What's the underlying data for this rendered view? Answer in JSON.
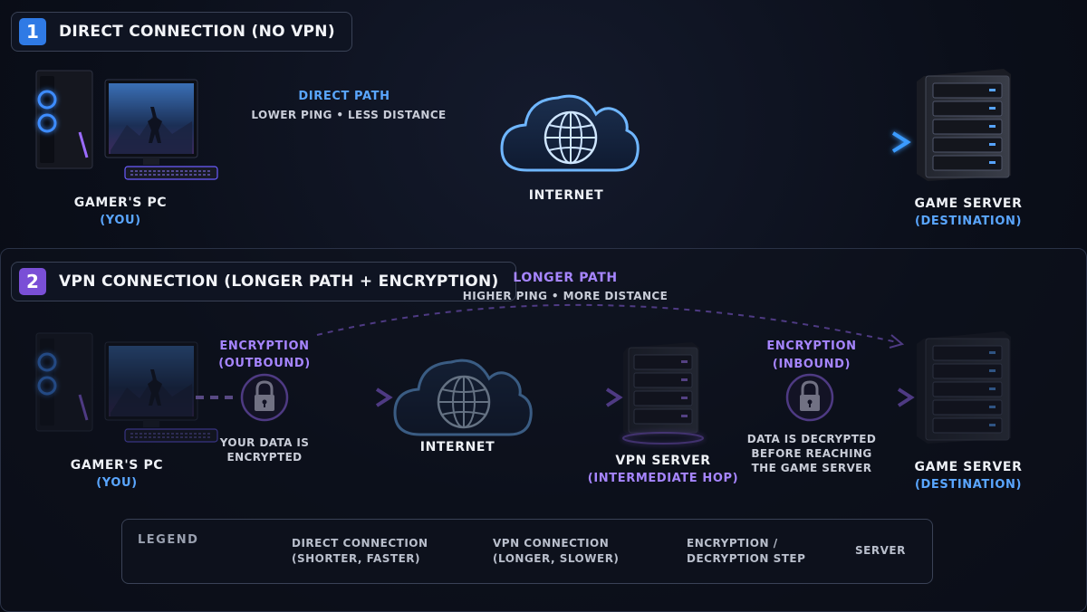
{
  "section1": {
    "number": "1",
    "title": "DIRECT CONNECTION (NO VPN)",
    "path_title": "DIRECT PATH",
    "path_subtitle": "LOWER PING • LESS DISTANCE",
    "internet_label": "INTERNET",
    "pc_label": "GAMER'S PC",
    "pc_sub": "(YOU)",
    "server_label": "GAME SERVER",
    "server_sub": "(DESTINATION)"
  },
  "section2": {
    "number": "2",
    "title": "VPN CONNECTION (LONGER PATH + ENCRYPTION)",
    "path_title": "LONGER PATH",
    "path_subtitle": "HIGHER PING • MORE DISTANCE",
    "enc_out_title": "ENCRYPTION",
    "enc_out_sub": "(OUTBOUND)",
    "enc_out_note_1": "YOUR DATA IS",
    "enc_out_note_2": "ENCRYPTED",
    "internet_label": "INTERNET",
    "vpn_label": "VPN SERVER",
    "vpn_sub": "(INTERMEDIATE HOP)",
    "enc_in_title": "ENCRYPTION",
    "enc_in_sub": "(INBOUND)",
    "enc_in_note_1": "DATA IS DECRYPTED",
    "enc_in_note_2": "BEFORE REACHING",
    "enc_in_note_3": "THE GAME SERVER",
    "pc_label": "GAMER'S PC",
    "pc_sub": "(YOU)",
    "server_label": "GAME SERVER",
    "server_sub": "(DESTINATION)"
  },
  "legend": {
    "title": "LEGEND",
    "direct_1": "DIRECT CONNECTION",
    "direct_2": "(SHORTER, FASTER)",
    "vpn_1": "VPN CONNECTION",
    "vpn_2": "(LONGER, SLOWER)",
    "enc_1": "ENCRYPTION /",
    "enc_2": "DECRYPTION STEP",
    "server": "SERVER"
  },
  "colors": {
    "direct_blue": "#3b9bff",
    "vpn_purple": "#9b6bff",
    "badge_blue": "#2f7ae5",
    "badge_purple": "#7a4fd6"
  },
  "icons": [
    "gaming-pc-icon",
    "cloud-globe-icon",
    "server-rack-icon",
    "lock-icon"
  ]
}
